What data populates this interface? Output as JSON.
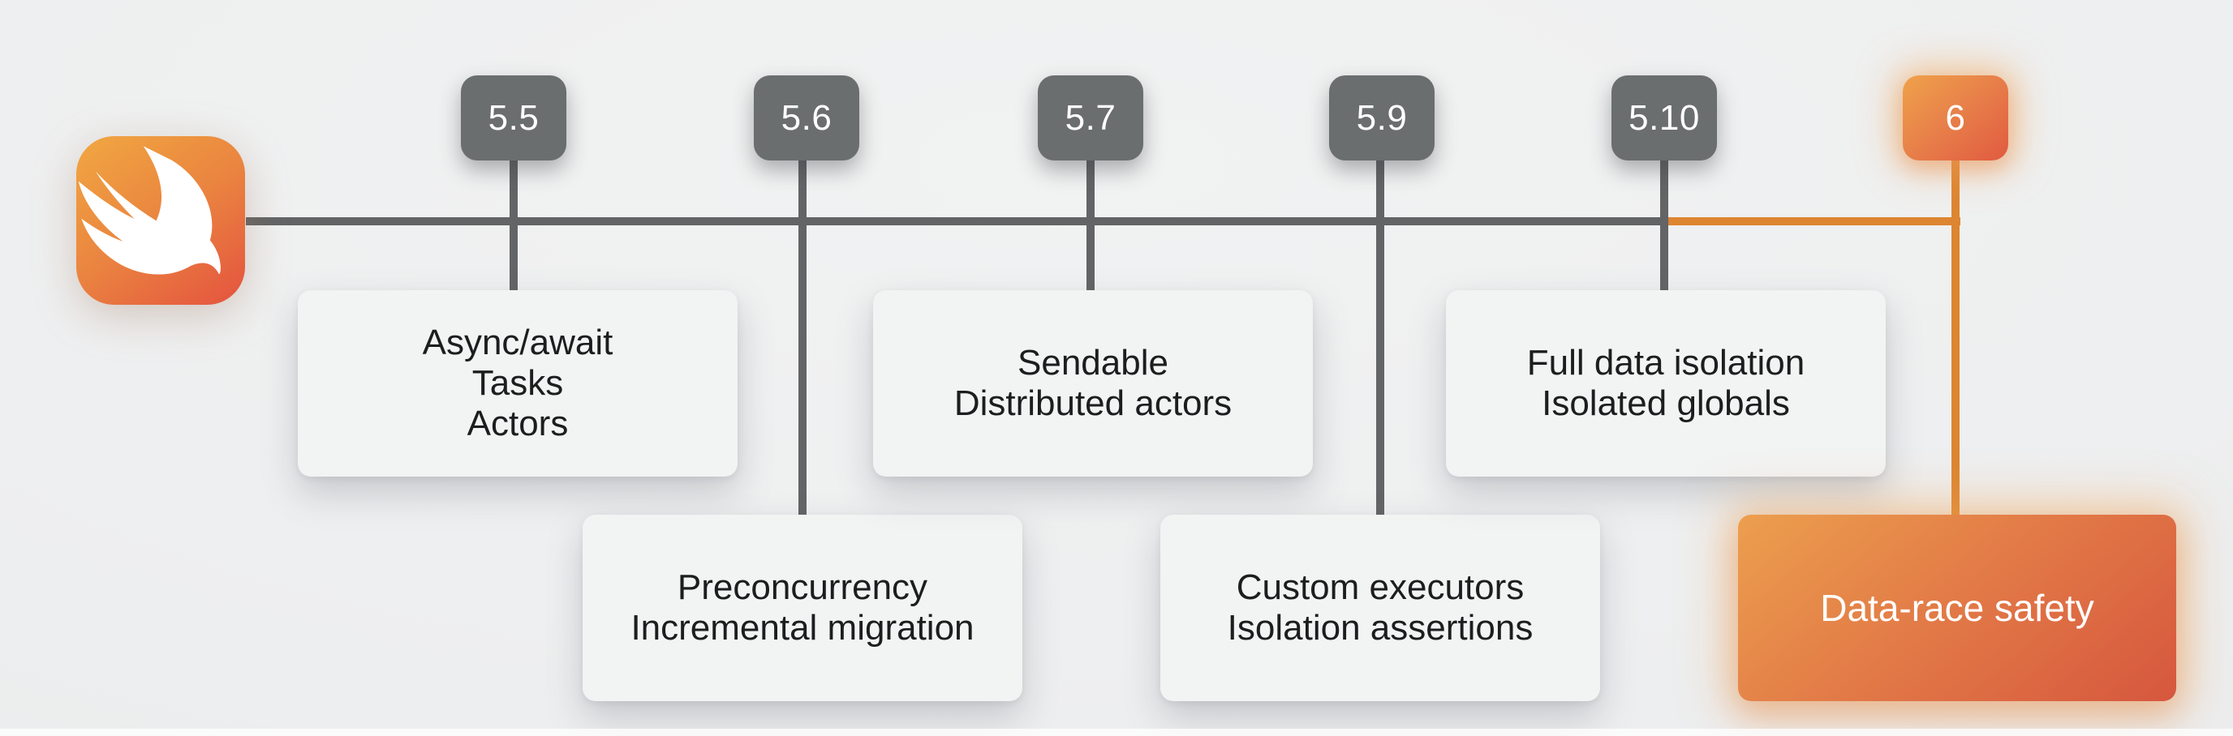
{
  "logo": {
    "icon": "swift-logo",
    "gradient": [
      "#f0a341",
      "#e5593f"
    ],
    "bird_color": "#ffffff"
  },
  "timeline": {
    "versions": [
      {
        "id": "5-5",
        "label": "5.5",
        "row": "top",
        "highlight": false,
        "features": [
          "Async/await",
          "Tasks",
          "Actors"
        ]
      },
      {
        "id": "5-6",
        "label": "5.6",
        "row": "bottom",
        "highlight": false,
        "features": [
          "Preconcurrency",
          "Incremental migration"
        ]
      },
      {
        "id": "5-7",
        "label": "5.7",
        "row": "top",
        "highlight": false,
        "features": [
          "Sendable",
          "Distributed actors"
        ]
      },
      {
        "id": "5-9",
        "label": "5.9",
        "row": "bottom",
        "highlight": false,
        "features": [
          "Custom executors",
          "Isolation assertions"
        ]
      },
      {
        "id": "5-10",
        "label": "5.10",
        "row": "top",
        "highlight": false,
        "features": [
          "Full data isolation",
          "Isolated globals"
        ]
      },
      {
        "id": "6",
        "label": "6",
        "row": "bottom",
        "highlight": true,
        "features": [
          "Data-race safety"
        ]
      }
    ]
  },
  "colors": {
    "background": "#eef0f0",
    "line_gray": "#626465",
    "accent_orange": "#dd8531",
    "badge_gray": "#6b6e6f",
    "badge_highlight_gradient": [
      "#efa24b",
      "#e15a40"
    ],
    "card_background": "#f2f3f3",
    "card_text": "#1d1d1f",
    "highlight_card_gradient": [
      "#ec9f4e",
      "#d6573e"
    ],
    "highlight_card_text": "#ffffff"
  }
}
